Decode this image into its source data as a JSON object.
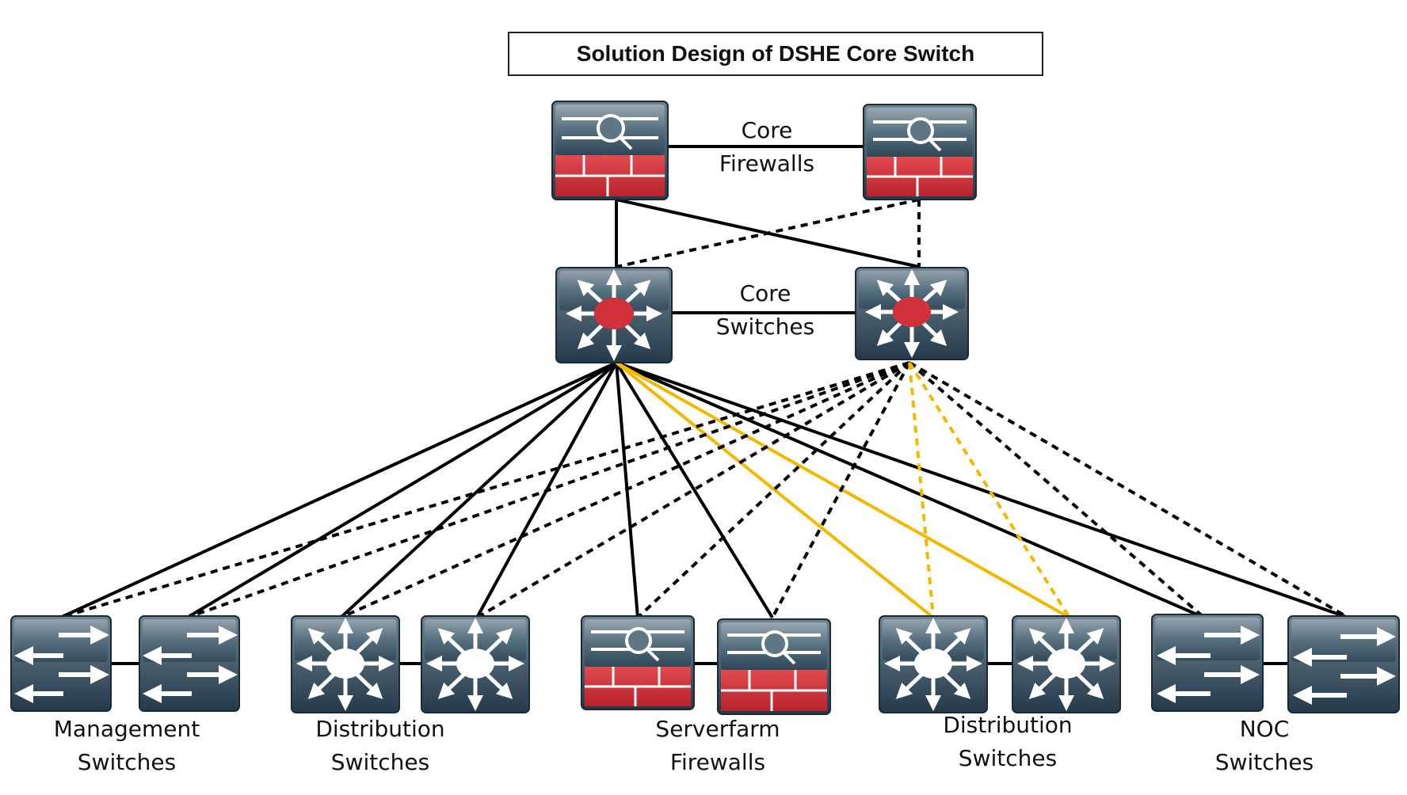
{
  "title": "Solution Design of DSHE Core Switch",
  "colors": {
    "link_primary": "#000000",
    "link_serverfarm": "#f5b800",
    "firewall_red": "#d0313a",
    "device_dark": "#2f4756",
    "device_light": "#8797a1"
  },
  "core": {
    "firewalls_label": [
      "Core",
      "Firewalls"
    ],
    "switches_label": [
      "Core",
      "Switches"
    ]
  },
  "groups": [
    {
      "id": "management",
      "label": [
        "Management",
        "Switches"
      ],
      "device": "switch-icon"
    },
    {
      "id": "distribution-a",
      "label": [
        "Distribution",
        "Switches"
      ],
      "device": "multilayer-switch-icon"
    },
    {
      "id": "serverfarm",
      "label": [
        "Serverfarm",
        "Firewalls"
      ],
      "device": "firewall-icon"
    },
    {
      "id": "distribution-b",
      "label": [
        "Distribution",
        "Switches"
      ],
      "device": "multilayer-switch-icon"
    },
    {
      "id": "noc",
      "label": [
        "NOC",
        "Switches"
      ],
      "device": "switch-icon"
    }
  ]
}
